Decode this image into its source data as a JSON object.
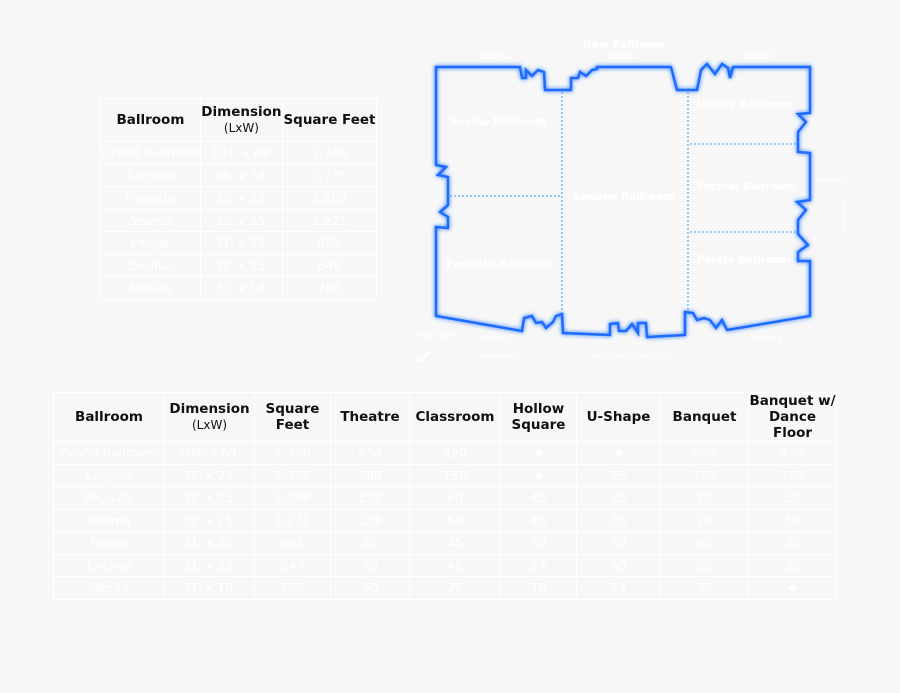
{
  "summary_table": {
    "headers": [
      "Ballroom",
      "Dimension",
      "(LxW)",
      "Square Feet"
    ],
    "rows": [
      [
        "Grand Ballroom",
        "104' x 69'",
        "7,760"
      ],
      [
        "Laguna",
        "36' x 74'",
        "2,775"
      ],
      [
        "Paguate",
        "32' x 25'",
        "1,288"
      ],
      [
        "Seama",
        "32' x 25'",
        "1,271"
      ],
      [
        "Paraje",
        "31' x 35'",
        "885"
      ],
      [
        "Encinal",
        "31' x 35'",
        "849"
      ],
      [
        "Mesita",
        "31' x 18'",
        "706"
      ]
    ]
  },
  "floor_plan": {
    "title": "New Ballroom",
    "rooms": [
      "Seama Ballroom",
      "Mesita Ballroom",
      "Encinal Ballroom",
      "Laguna Ballroom",
      "Paguate Ballroom",
      "Paraje Ballroom"
    ],
    "sections": [
      "Section 1",
      "Section 3",
      "Section 6",
      "Section 5",
      "Section 2",
      "Section 4"
    ],
    "areas": [
      "Pool Area",
      "Hotel Foyer",
      "Restrooms",
      "Kids Quest/Cyber Quest"
    ],
    "outline_color": "#1a6cff",
    "divider_color": "#2a9dff"
  },
  "capacity_table": {
    "headers": [
      "Ballroom",
      "Dimension",
      "(LxW)",
      "Square Feet",
      "Theatre",
      "Classroom",
      "Hollow Square",
      "U-Shape",
      "Banquet",
      "Banquet w/ Dance Floor"
    ],
    "not_available_icon": "spade-icon",
    "rows": [
      [
        "Grand Ballroom",
        "104' x 69'",
        "7,760",
        "850",
        "420",
        "♠",
        "♠",
        "500",
        "450"
      ],
      [
        "Laguna",
        "36' x 74'",
        "2,775",
        "280",
        "156",
        "♠",
        "75",
        "150",
        "100"
      ],
      [
        "Paguate",
        "32' x 25'",
        "1,288",
        "128",
        "60",
        "45",
        "35",
        "70",
        "50"
      ],
      [
        "Seama",
        "32' x 25'",
        "1,271",
        "128",
        "60",
        "45",
        "35",
        "70",
        "50"
      ],
      [
        "Paraje",
        "31' x 35'",
        "885",
        "80",
        "45",
        "30",
        "30",
        "60",
        "30"
      ],
      [
        "Encinal",
        "31' x 35'",
        "849",
        "70",
        "45",
        "24",
        "30",
        "60",
        "30"
      ],
      [
        "Mesita",
        "31' x 18'",
        "706",
        "40",
        "25",
        "16",
        "24",
        "30",
        "♠"
      ]
    ]
  }
}
